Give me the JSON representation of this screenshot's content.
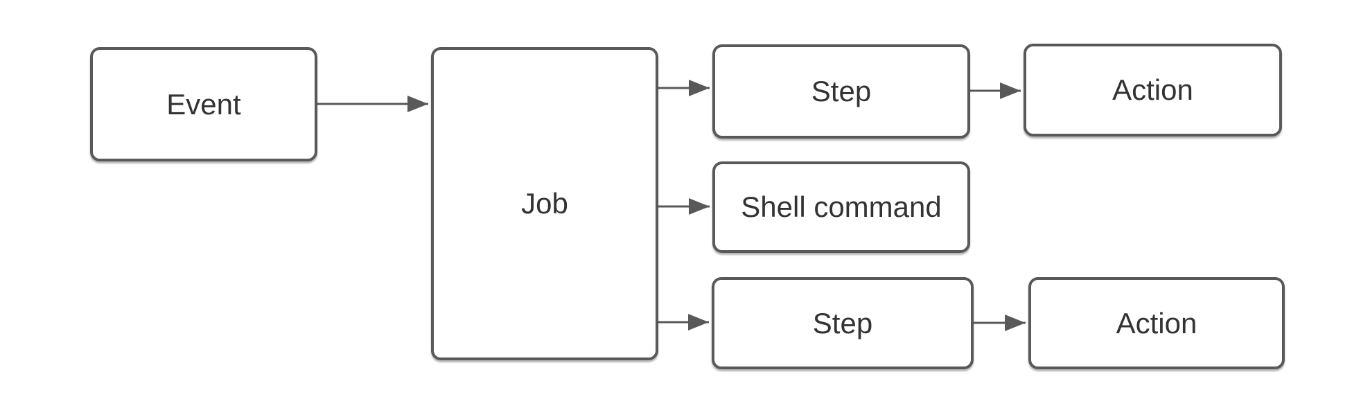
{
  "diagram": {
    "colors": {
      "stroke": "#595959",
      "text": "#333333",
      "background": "#ffffff"
    },
    "nodes": {
      "event": {
        "label": "Event"
      },
      "job": {
        "label": "Job"
      },
      "step_top": {
        "label": "Step"
      },
      "action_top": {
        "label": "Action"
      },
      "shell_command": {
        "label": "Shell command"
      },
      "step_bottom": {
        "label": "Step"
      },
      "action_bottom": {
        "label": "Action"
      }
    },
    "connections": [
      {
        "from": "event",
        "to": "job"
      },
      {
        "from": "job",
        "to": "step_top"
      },
      {
        "from": "job",
        "to": "shell_command"
      },
      {
        "from": "job",
        "to": "step_bottom"
      },
      {
        "from": "step_top",
        "to": "action_top"
      },
      {
        "from": "step_bottom",
        "to": "action_bottom"
      }
    ]
  }
}
